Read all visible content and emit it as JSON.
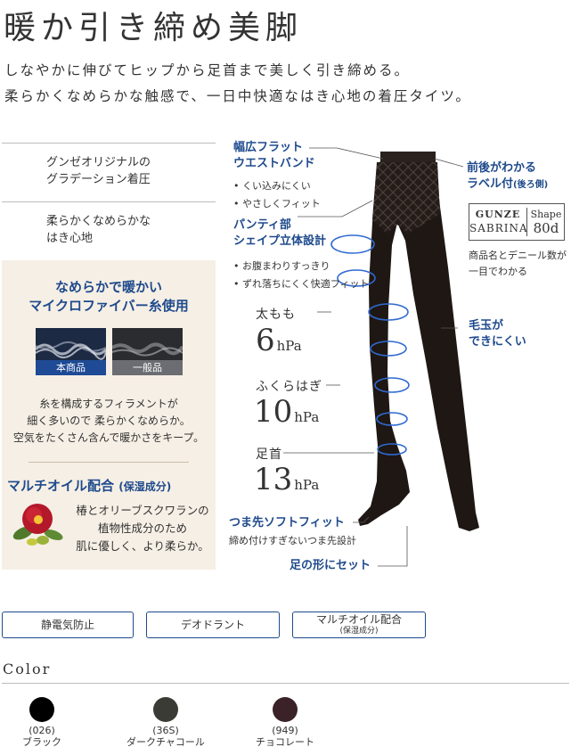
{
  "title": "暖か引き締め美脚",
  "intro": {
    "line1": "しなやかに伸びてヒップから足首まで美しく引き締める。",
    "line2": "柔らかくなめらかな触感で、一日中快適なはき心地の着圧タイツ。"
  },
  "features": [
    {
      "line1": "グンゼオリジナルの",
      "line2": "グラデーション着圧"
    },
    {
      "line1": "柔らかくなめらかな",
      "line2": "はき心地"
    }
  ],
  "microfiber": {
    "title1": "なめらかで暖かい",
    "title2": "マイクロファイバー糸使用",
    "left_label": "本商品",
    "right_label": "一般品",
    "desc": [
      "糸を構成するフィラメントが",
      "細く多いので 柔らかくなめらか。",
      "空気をたくさん含んで暖かさをキープ。"
    ]
  },
  "oil": {
    "title": "マルチオイル配合",
    "title_sub": "(保湿成分)",
    "desc": [
      "椿とオリーブスクワランの",
      "植物性成分のため",
      "肌に優しく、より柔らか。"
    ]
  },
  "callouts": {
    "waist_title1": "幅広フラット",
    "waist_title2": "ウエストバンド",
    "waist_b1": "くい込みにくい",
    "waist_b2": "やさしくフィット",
    "panty_title1": "パンティ部",
    "panty_title2": "シェイプ立体設計",
    "panty_b1": "お腹まわりすっきり",
    "panty_b2": "ずれ落ちにくく快適フィット",
    "label_title1": "前後がわかる",
    "label_title2": "ラベル付",
    "label_title_sub": "(後ろ側)",
    "label_desc1": "商品名とデニール数が",
    "label_desc2": "一目でわかる",
    "pill_title1": "毛玉が",
    "pill_title2": "できにくい",
    "toe_title": "つま先ソフトフィット",
    "toe_desc": "締め付けすぎないつま先設計",
    "foot_title": "足の形にセット"
  },
  "brand_label": {
    "brand1": "GUNZE",
    "brand2": "SABRINA",
    "shape": "Shape",
    "denier": "80d"
  },
  "pressure": [
    {
      "label": "太もも",
      "value": "6",
      "unit": "hPa"
    },
    {
      "label": "ふくらはぎ",
      "value": "10",
      "unit": "hPa"
    },
    {
      "label": "足首",
      "value": "13",
      "unit": "hPa"
    }
  ],
  "tags": [
    {
      "label": "静電気防止"
    },
    {
      "label": "デオドラント"
    },
    {
      "label": "マルチオイル配合",
      "sub": "(保湿成分)"
    }
  ],
  "color_section": {
    "heading": "Color",
    "items": [
      {
        "code": "(026)",
        "name": "ブラック",
        "hex": "#000000"
      },
      {
        "code": "(36S)",
        "name": "ダークチャコール",
        "hex": "#3b3b35"
      },
      {
        "code": "(949)",
        "name": "チョコレート",
        "hex": "#3a2228"
      }
    ]
  },
  "colors": {
    "accent": "#1e4a8c",
    "beige_panel": "#f6efe5",
    "tights": "#1e1714"
  }
}
